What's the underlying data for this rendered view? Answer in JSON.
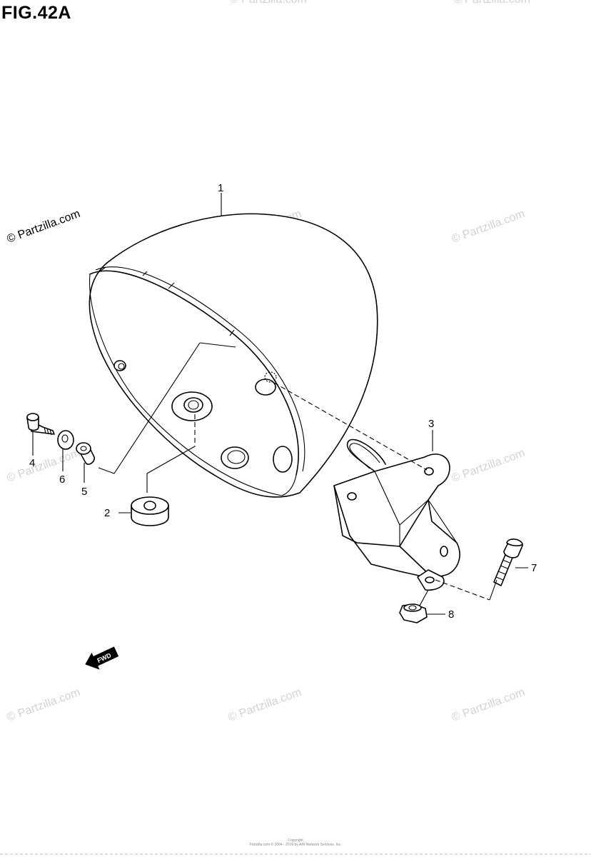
{
  "figure": {
    "title": "FIG.42A"
  },
  "callouts": [
    {
      "id": "1",
      "label": "1"
    },
    {
      "id": "2",
      "label": "2"
    },
    {
      "id": "3",
      "label": "3"
    },
    {
      "id": "4",
      "label": "4"
    },
    {
      "id": "5",
      "label": "5"
    },
    {
      "id": "6",
      "label": "6"
    },
    {
      "id": "7",
      "label": "7"
    },
    {
      "id": "8",
      "label": "8"
    }
  ],
  "fwd_arrow": {
    "label": "FWD"
  },
  "watermark": {
    "text": "© Partzilla.com"
  },
  "footer": {
    "line1": "Copyright",
    "line2": "Partzilla.com © 2004 - 2019 by ARI Network Services, Inc."
  }
}
